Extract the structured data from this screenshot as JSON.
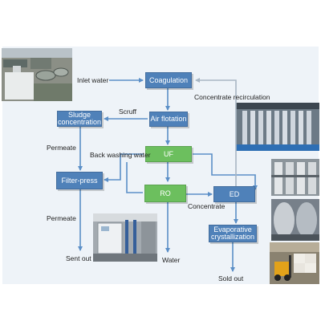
{
  "nodes": {
    "coagulation": "Coagulation",
    "air_flotation": "Air flotation",
    "sludge_concentration_line1": "Sludge",
    "sludge_concentration_line2": "concentration",
    "uf": "UF",
    "filter_press": "Filter-press",
    "ro": "RO",
    "ed": "ED",
    "evaporative_line1": "Evaporative",
    "evaporative_line2": "crystallization"
  },
  "labels": {
    "inlet_water": "Inlet water",
    "concentrate_recirculation": "Concentrate recirculation",
    "scruff": "Scruff",
    "permeate_1": "Permeate",
    "back_washing_water": "Back washing water",
    "permeate_2": "Permeate",
    "concentrate": "Concentrate",
    "sent_out": "Sent out",
    "water": "Water",
    "sold_out": "Sold out"
  },
  "colors": {
    "process_blue": "#4f81b9",
    "process_green": "#6cbf5e",
    "arrow": "#5b8fc7",
    "panel": "#eef3f8"
  },
  "photos": [
    "plant-aerial-photo",
    "uf-membrane-photo",
    "ro-skid-photo",
    "ed-stack-photo",
    "filter-press-photo",
    "warehouse-forklift-photo"
  ]
}
